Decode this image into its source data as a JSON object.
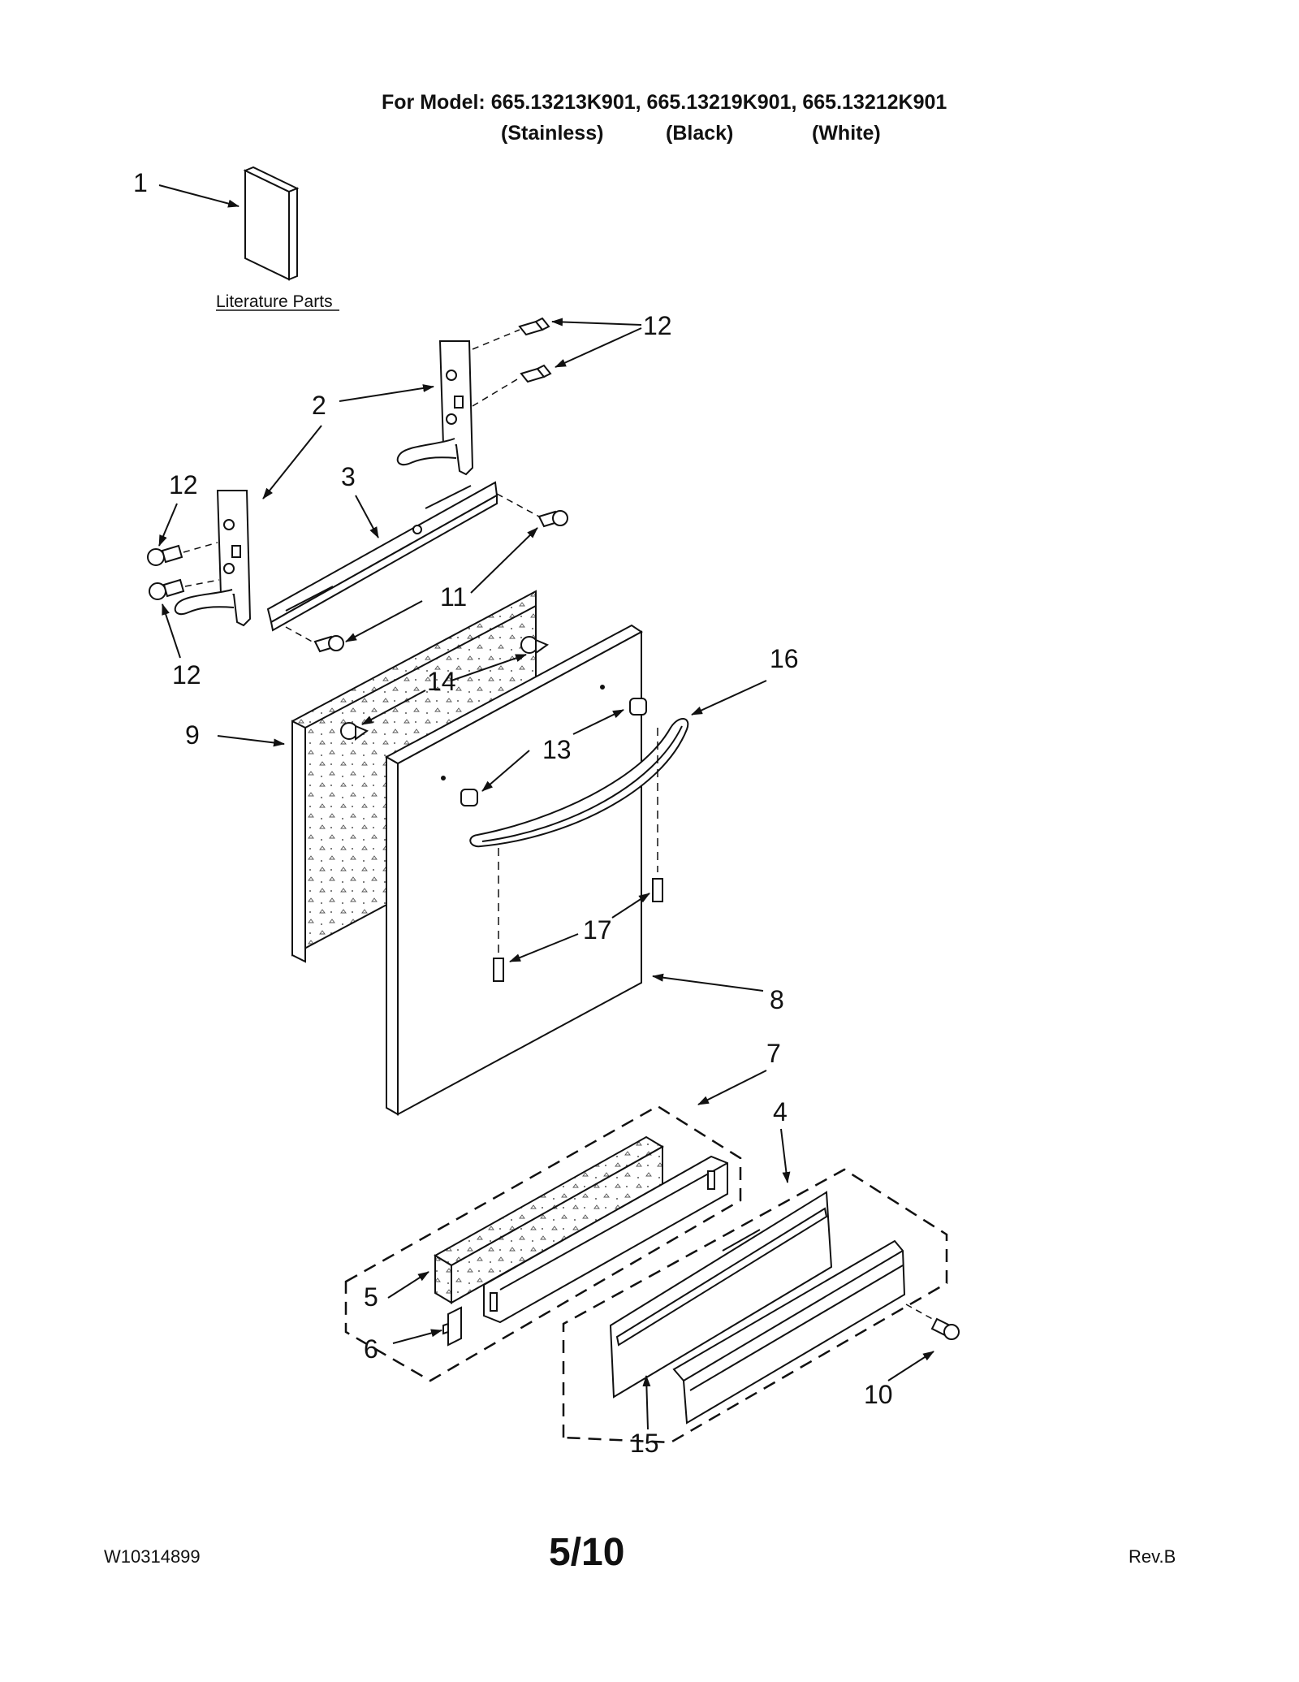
{
  "header": {
    "model_line": "For Model: 665.13213K901, 665.13219K901, 665.13212K901",
    "variants": [
      "(Stainless)",
      "(Black)",
      "(White)"
    ]
  },
  "literature_label": "Literature Parts",
  "callouts": {
    "c1": "1",
    "c2": "2",
    "c3": "3",
    "c4": "4",
    "c5": "5",
    "c6": "6",
    "c7": "7",
    "c8": "8",
    "c9": "9",
    "c10": "10",
    "c11": "11",
    "c12a": "12",
    "c12b": "12",
    "c12c": "12",
    "c13": "13",
    "c14": "14",
    "c15": "15",
    "c16": "16",
    "c17": "17"
  },
  "footer": {
    "doc_number": "W10314899",
    "page": "5/10",
    "revision": "Rev.B"
  }
}
